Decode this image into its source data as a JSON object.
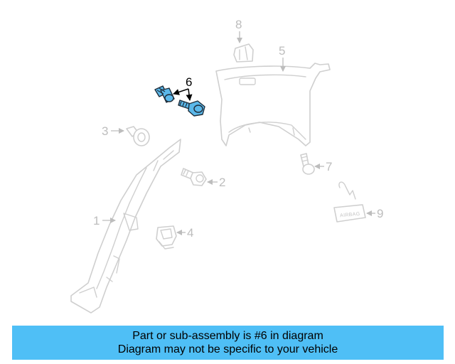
{
  "callouts": {
    "c1": "1",
    "c2": "2",
    "c3": "3",
    "c4": "4",
    "c5": "5",
    "c6": "6",
    "c7": "7",
    "c8": "8",
    "c9": "9"
  },
  "labels": {
    "airbag": "AIRBAG"
  },
  "highlight": {
    "part_number": "6",
    "color": "#5bb8ea"
  },
  "banner": {
    "line1": "Part or sub-assembly is #6 in diagram",
    "line2": "Diagram may not be specific to your vehicle",
    "background": "#4fbff6"
  }
}
